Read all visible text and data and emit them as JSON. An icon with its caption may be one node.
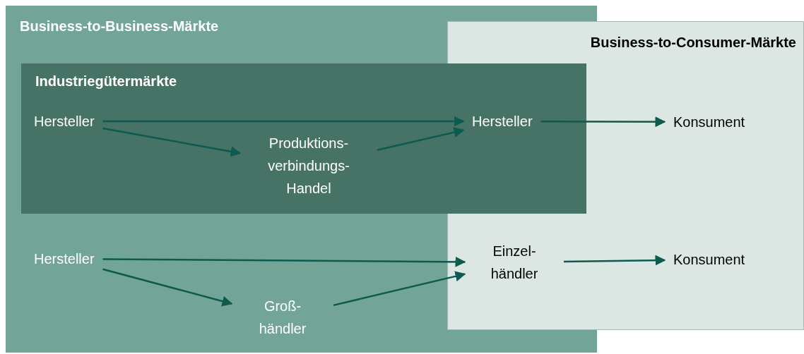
{
  "diagram": {
    "nodes": [
      {
        "text": [
          "Business-to-Business-Märkte"
        ]
      },
      {
        "text": [
          "Business-to-Consumer-Märkte"
        ]
      },
      {
        "text": [
          "Industriegütermärkte"
        ],
        "in": 0
      },
      {
        "text": [
          "Hersteller"
        ],
        "in": 2
      },
      {
        "text": [
          "Produktions- verbindungs- Handel"
        ],
        "in": 2
      },
      {
        "text": [
          "Hersteller"
        ]
      },
      {
        "text": [
          "Konsument"
        ],
        "in": 1
      },
      {
        "text": [
          "Hersteller"
        ],
        "in": 0
      },
      {
        "text": [
          "Groß- händler"
        ],
        "in": 0
      },
      {
        "text": [
          "Einzel- händler"
        ]
      },
      {
        "text": [
          "Konsument"
        ],
        "in": 1
      }
    ],
    "edges": [
      {
        "from": 3,
        "to": 5,
        "arrow": "to"
      },
      {
        "from": 3,
        "to": 4,
        "arrow": "to"
      },
      {
        "from": 4,
        "to": 5,
        "arrow": "to"
      },
      {
        "from": 5,
        "to": 6,
        "arrow": "to"
      },
      {
        "from": 7,
        "to": 9,
        "arrow": "to"
      },
      {
        "from": 7,
        "to": 8,
        "arrow": "to"
      },
      {
        "from": 8,
        "to": 9,
        "arrow": "to"
      },
      {
        "from": 9,
        "to": 10,
        "arrow": "to"
      }
    ]
  }
}
